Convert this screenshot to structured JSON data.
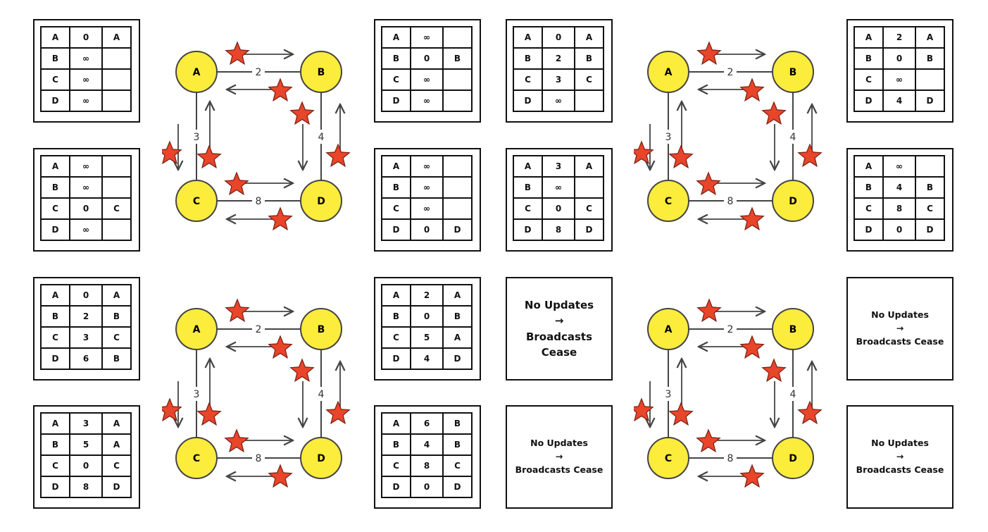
{
  "colors": {
    "node_fill": "#fcec3c",
    "star": "#e8452b",
    "line": "#444444"
  },
  "nodes": [
    "A",
    "B",
    "C",
    "D"
  ],
  "edge_weights": {
    "ab": "2",
    "ac": "3",
    "bd": "4",
    "cd": "8"
  },
  "messages": {
    "no_updates": "No Updates",
    "arrow": "→",
    "broadcasts_cease": "Broadcasts Cease"
  },
  "tables": {
    "t1": [
      [
        "A",
        "0",
        "A"
      ],
      [
        "B",
        "∞",
        ""
      ],
      [
        "C",
        "∞",
        ""
      ],
      [
        "D",
        "∞",
        ""
      ]
    ],
    "t2": [
      [
        "A",
        "∞",
        ""
      ],
      [
        "B",
        "∞",
        ""
      ],
      [
        "C",
        "0",
        "C"
      ],
      [
        "D",
        "∞",
        ""
      ]
    ],
    "t3": [
      [
        "A",
        "∞",
        ""
      ],
      [
        "B",
        "0",
        "B"
      ],
      [
        "C",
        "∞",
        ""
      ],
      [
        "D",
        "∞",
        ""
      ]
    ],
    "t4": [
      [
        "A",
        "∞",
        ""
      ],
      [
        "B",
        "∞",
        ""
      ],
      [
        "C",
        "∞",
        ""
      ],
      [
        "D",
        "0",
        "D"
      ]
    ],
    "t5": [
      [
        "A",
        "0",
        "A"
      ],
      [
        "B",
        "2",
        "B"
      ],
      [
        "C",
        "3",
        "C"
      ],
      [
        "D",
        "∞",
        ""
      ]
    ],
    "t6": [
      [
        "A",
        "3",
        "A"
      ],
      [
        "B",
        "∞",
        ""
      ],
      [
        "C",
        "0",
        "C"
      ],
      [
        "D",
        "8",
        "D"
      ]
    ],
    "t7": [
      [
        "A",
        "2",
        "A"
      ],
      [
        "B",
        "0",
        "B"
      ],
      [
        "C",
        "∞",
        ""
      ],
      [
        "D",
        "4",
        "D"
      ]
    ],
    "t8": [
      [
        "A",
        "∞",
        ""
      ],
      [
        "B",
        "4",
        "B"
      ],
      [
        "C",
        "8",
        "C"
      ],
      [
        "D",
        "0",
        "D"
      ]
    ],
    "t9": [
      [
        "A",
        "0",
        "A"
      ],
      [
        "B",
        "2",
        "B"
      ],
      [
        "C",
        "3",
        "C"
      ],
      [
        "D",
        "6",
        "B"
      ]
    ],
    "t10": [
      [
        "A",
        "3",
        "A"
      ],
      [
        "B",
        "5",
        "A"
      ],
      [
        "C",
        "0",
        "C"
      ],
      [
        "D",
        "8",
        "D"
      ]
    ],
    "t11": [
      [
        "A",
        "2",
        "A"
      ],
      [
        "B",
        "0",
        "B"
      ],
      [
        "C",
        "5",
        "A"
      ],
      [
        "D",
        "4",
        "D"
      ]
    ],
    "t12": [
      [
        "A",
        "6",
        "B"
      ],
      [
        "B",
        "4",
        "B"
      ],
      [
        "C",
        "8",
        "C"
      ],
      [
        "D",
        "0",
        "D"
      ]
    ]
  }
}
